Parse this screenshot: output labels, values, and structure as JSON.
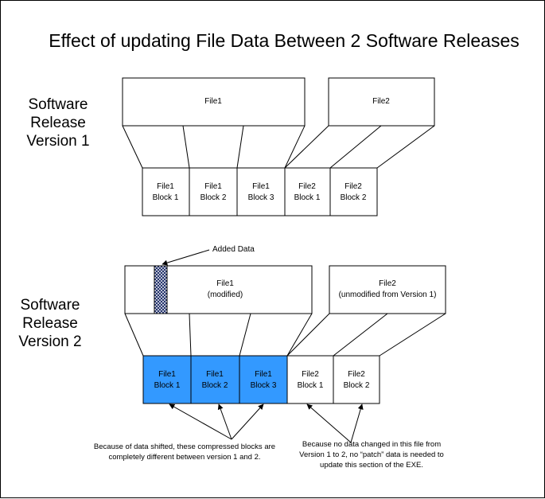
{
  "title": "Effect of updating File Data Between 2 Software Releases",
  "release1": {
    "label_lines": [
      "Software",
      "Release",
      "Version 1"
    ],
    "file1": "File1",
    "file2": "File2",
    "blocks": [
      [
        "File1",
        "Block 1"
      ],
      [
        "File1",
        "Block 2"
      ],
      [
        "File1",
        "Block 3"
      ],
      [
        "File2",
        "Block 1"
      ],
      [
        "File2",
        "Block 2"
      ]
    ]
  },
  "release2": {
    "label_lines": [
      "Software",
      "Release",
      "Version 2"
    ],
    "file1_lines": [
      "File1",
      "(modified)"
    ],
    "file2_lines": [
      "File2",
      "(unmodified from Version 1)"
    ],
    "added_data_label": "Added Data",
    "blocks": [
      [
        "File1",
        "Block 1"
      ],
      [
        "File1",
        "Block 2"
      ],
      [
        "File1",
        "Block 3"
      ],
      [
        "File2",
        "Block 1"
      ],
      [
        "File2",
        "Block 2"
      ]
    ]
  },
  "notes": {
    "changed": [
      "Because of data shifted, these compressed blocks are",
      "completely different between version 1 and 2."
    ],
    "unchanged": [
      "Because no data changed in this file from",
      "Version 1 to 2, no “patch” data is needed to",
      "update this section of the EXE."
    ]
  },
  "colors": {
    "changed_block": "#3399ff",
    "unchanged_block": "#ffffff",
    "added_data_fill": "#1a2a66"
  }
}
